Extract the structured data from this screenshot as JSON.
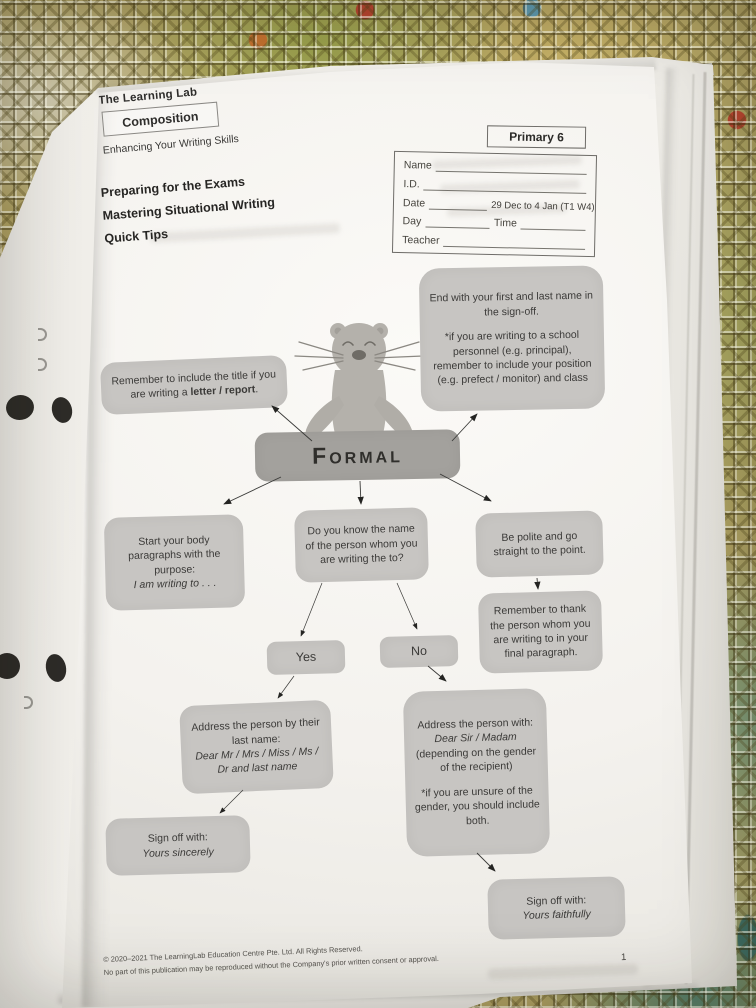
{
  "header": {
    "brand": "The Learning Lab",
    "subject_box": "Composition",
    "tagline": "Enhancing Your Writing Skills",
    "lines": [
      "Preparing for the Exams",
      "Mastering Situational Writing",
      "Quick Tips"
    ],
    "level_box": "Primary 6"
  },
  "student_form": {
    "name_label": "Name",
    "id_label": "I.D.",
    "date_label": "Date",
    "date_value": "29 Dec to 4 Jan (T1 W4)",
    "day_label": "Day",
    "time_label": "Time",
    "teacher_label": "Teacher"
  },
  "flowchart": {
    "root_label": "Formal",
    "mascot": "otter-mascot",
    "title_tip": {
      "pre": "Remember to include the title if you are writing a ",
      "bold": "letter / report",
      "post": "."
    },
    "sign_off_info": {
      "line1": "End with your first and last name in the sign-off.",
      "line2": "*if you are writing to a school personnel (e.g. principal), remember to include your position (e.g. prefect / monitor) and class"
    },
    "body_tip": {
      "line1": "Start your body paragraphs with the purpose:",
      "italic": "I am writing to . . ."
    },
    "question": "Do you know the name of the person whom you are writing the to?",
    "polite_tip": "Be polite and go straight to the point.",
    "thank_tip": "Remember to thank the person whom you are writing to in your final paragraph.",
    "yes_label": "Yes",
    "no_label": "No",
    "yes_branch": {
      "intro": "Address the person by their last name:",
      "salutation": "Dear Mr / Mrs / Miss / Ms / Dr and last name"
    },
    "no_branch": {
      "intro": "Address the person with:",
      "salutation": "Dear Sir / Madam",
      "parenthetical": "(depending on the gender of the recipient)",
      "note": "*if you are unsure of the gender, you should include both."
    },
    "yes_sign_off": {
      "line1": "Sign off with:",
      "italic": "Yours sincerely"
    },
    "no_sign_off": {
      "line1": "Sign off with:",
      "italic": "Yours faithfully"
    }
  },
  "footer": {
    "copyright": "© 2020–2021 The LearningLab Education Centre Pte. Ltd. All Rights Reserved.",
    "disclaimer": "No part of this publication may be reproduced without the Company's prior written consent or approval.",
    "page_number": "1"
  }
}
